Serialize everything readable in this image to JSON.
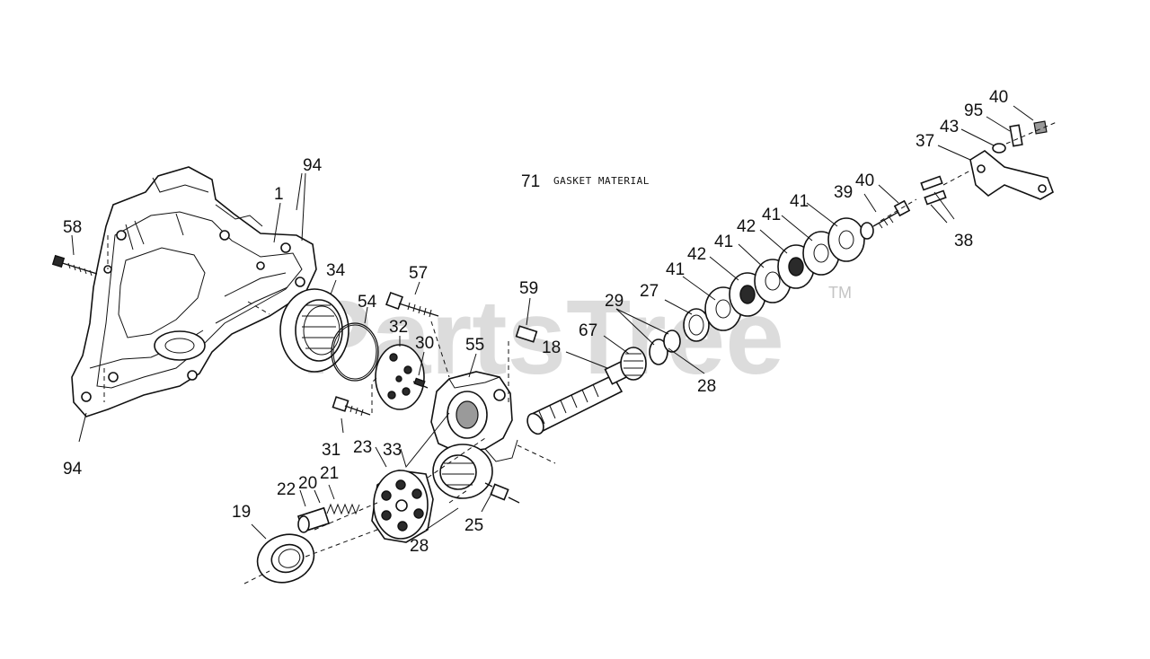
{
  "diagram": {
    "watermark": "PartsTree",
    "trademark": "TM",
    "note": {
      "number": "71",
      "text": "GASKET MATERIAL"
    },
    "callouts": {
      "c94a": "94",
      "c1": "1",
      "c58": "58",
      "c34": "34",
      "c54": "54",
      "c57": "57",
      "c32": "32",
      "c30": "30",
      "c59": "59",
      "c55": "55",
      "c18": "18",
      "c67": "67",
      "c29": "29",
      "c27": "27",
      "c28a": "28",
      "c41a": "41",
      "c42a": "42",
      "c41b": "41",
      "c42b": "42",
      "c41c": "41",
      "c41d": "41",
      "c39": "39",
      "c40a": "40",
      "c38": "38",
      "c37": "37",
      "c43": "43",
      "c95": "95",
      "c40b": "40",
      "c94b": "94",
      "c31": "31",
      "c23": "23",
      "c33": "33",
      "c22": "22",
      "c20": "20",
      "c21": "21",
      "c19": "19",
      "c28b": "28",
      "c25": "25"
    }
  }
}
